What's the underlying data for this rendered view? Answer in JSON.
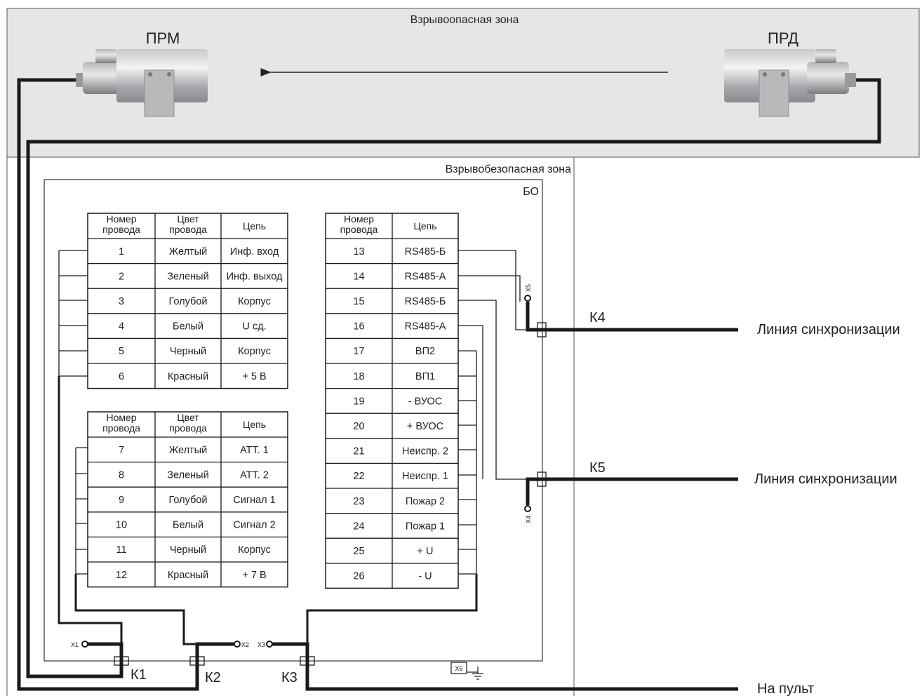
{
  "zones": {
    "hazard": "Взрывоопасная зона",
    "safe": "Взрывобезопасная зона",
    "unit": "БО"
  },
  "devices": {
    "receiver": "ПРМ",
    "transmitter": "ПРД"
  },
  "table1": {
    "headers": [
      "Номер|провода",
      "Цвет|провода",
      "Цепь"
    ],
    "rows": [
      [
        "1",
        "Желтый",
        "Инф. вход"
      ],
      [
        "2",
        "Зеленый",
        "Инф. выход"
      ],
      [
        "3",
        "Голубой",
        "Корпус"
      ],
      [
        "4",
        "Белый",
        "U сд."
      ],
      [
        "5",
        "Черный",
        "Корпус"
      ],
      [
        "6",
        "Красный",
        "+ 5 В"
      ]
    ]
  },
  "table2": {
    "headers": [
      "Номер|провода",
      "Цвет|провода",
      "Цепь"
    ],
    "rows": [
      [
        "7",
        "Желтый",
        "АТТ. 1"
      ],
      [
        "8",
        "Зеленый",
        "АТТ. 2"
      ],
      [
        "9",
        "Голубой",
        "Сигнал 1"
      ],
      [
        "10",
        "Белый",
        "Сигнал 2"
      ],
      [
        "11",
        "Черный",
        "Корпус"
      ],
      [
        "12",
        "Красный",
        "+ 7 В"
      ]
    ]
  },
  "table3": {
    "headers": [
      "Номер|провода",
      "Цепь"
    ],
    "rows": [
      [
        "13",
        "RS485-Б"
      ],
      [
        "14",
        "RS485-А"
      ],
      [
        "15",
        "RS485-Б"
      ],
      [
        "16",
        "RS485-А"
      ],
      [
        "17",
        "ВП2"
      ],
      [
        "18",
        "ВП1"
      ],
      [
        "19",
        "- ВУОС"
      ],
      [
        "20",
        "+ ВУОС"
      ],
      [
        "21",
        "Неиспр. 2"
      ],
      [
        "22",
        "Неиспр. 1"
      ],
      [
        "23",
        "Пожар 2"
      ],
      [
        "24",
        "Пожар 1"
      ],
      [
        "25",
        "+ U"
      ],
      [
        "26",
        "- U"
      ]
    ]
  },
  "connectors": {
    "k1": "К1",
    "k2": "К2",
    "k3": "К3",
    "k4": "К4",
    "k5": "К5",
    "x1": "X1",
    "x2": "X2",
    "x3": "X3",
    "x4": "X4",
    "x5": "X5",
    "x6": "X6"
  },
  "lines": {
    "sync1": "Линия синхронизации",
    "sync2": "Линия синхронизации",
    "console": "На пульт"
  },
  "colors": {
    "hazard_fill": "#e6e6e6",
    "wire": "#1a1a1a"
  }
}
